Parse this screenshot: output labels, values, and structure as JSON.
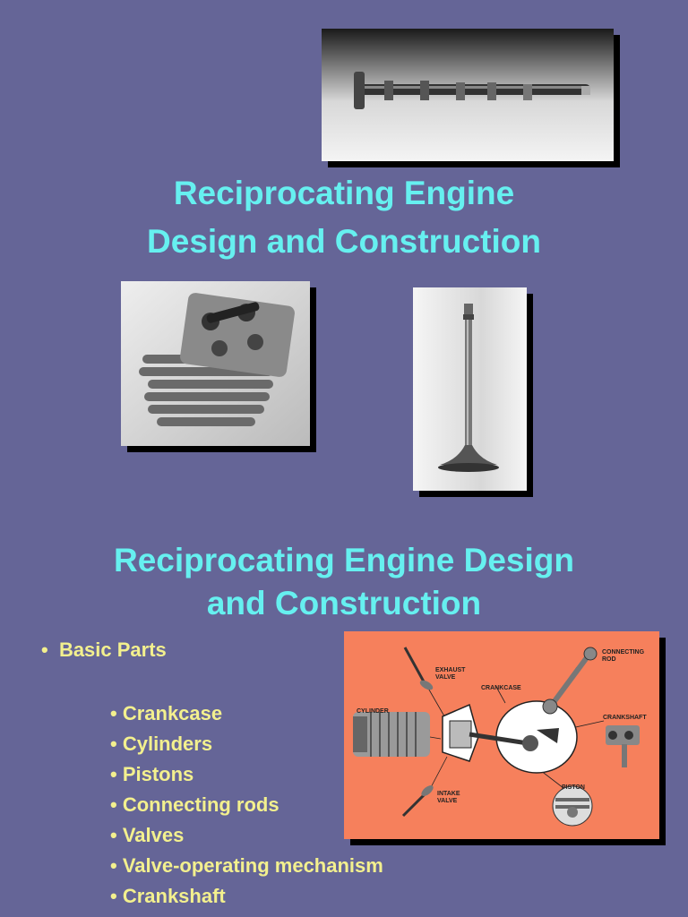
{
  "slide1": {
    "title_line1": "Reciprocating Engine",
    "title_line2": "Design and Construction",
    "images": {
      "camshaft": "camshaft-photo",
      "cylinder": "cylinder-head-photo",
      "valve": "valve-photo"
    }
  },
  "slide2": {
    "title_line1": "Reciprocating Engine Design",
    "title_line2": "and Construction",
    "bullet": "Basic Parts",
    "parts": [
      "Crankcase",
      "Cylinders",
      "Pistons",
      "Connecting rods",
      "Valves",
      "Valve-operating mechanism",
      "Crankshaft"
    ],
    "diagram_labels": {
      "exhaust_valve_1": "EXHAUST",
      "exhaust_valve_2": "VALVE",
      "crankcase": "CRANKCASE",
      "connecting_rod_1": "CONNECTING",
      "connecting_rod_2": "ROD",
      "cylinder": "CYLINDER",
      "crankshaft": "CRANKSHAFT",
      "intake_valve_1": "INTAKE",
      "intake_valve_2": "VALVE",
      "piston": "PISTON"
    }
  },
  "colors": {
    "background": "#656597",
    "title": "#66f0f0",
    "bullet_text": "#f3f08e",
    "diagram_bg": "#f6805c"
  }
}
